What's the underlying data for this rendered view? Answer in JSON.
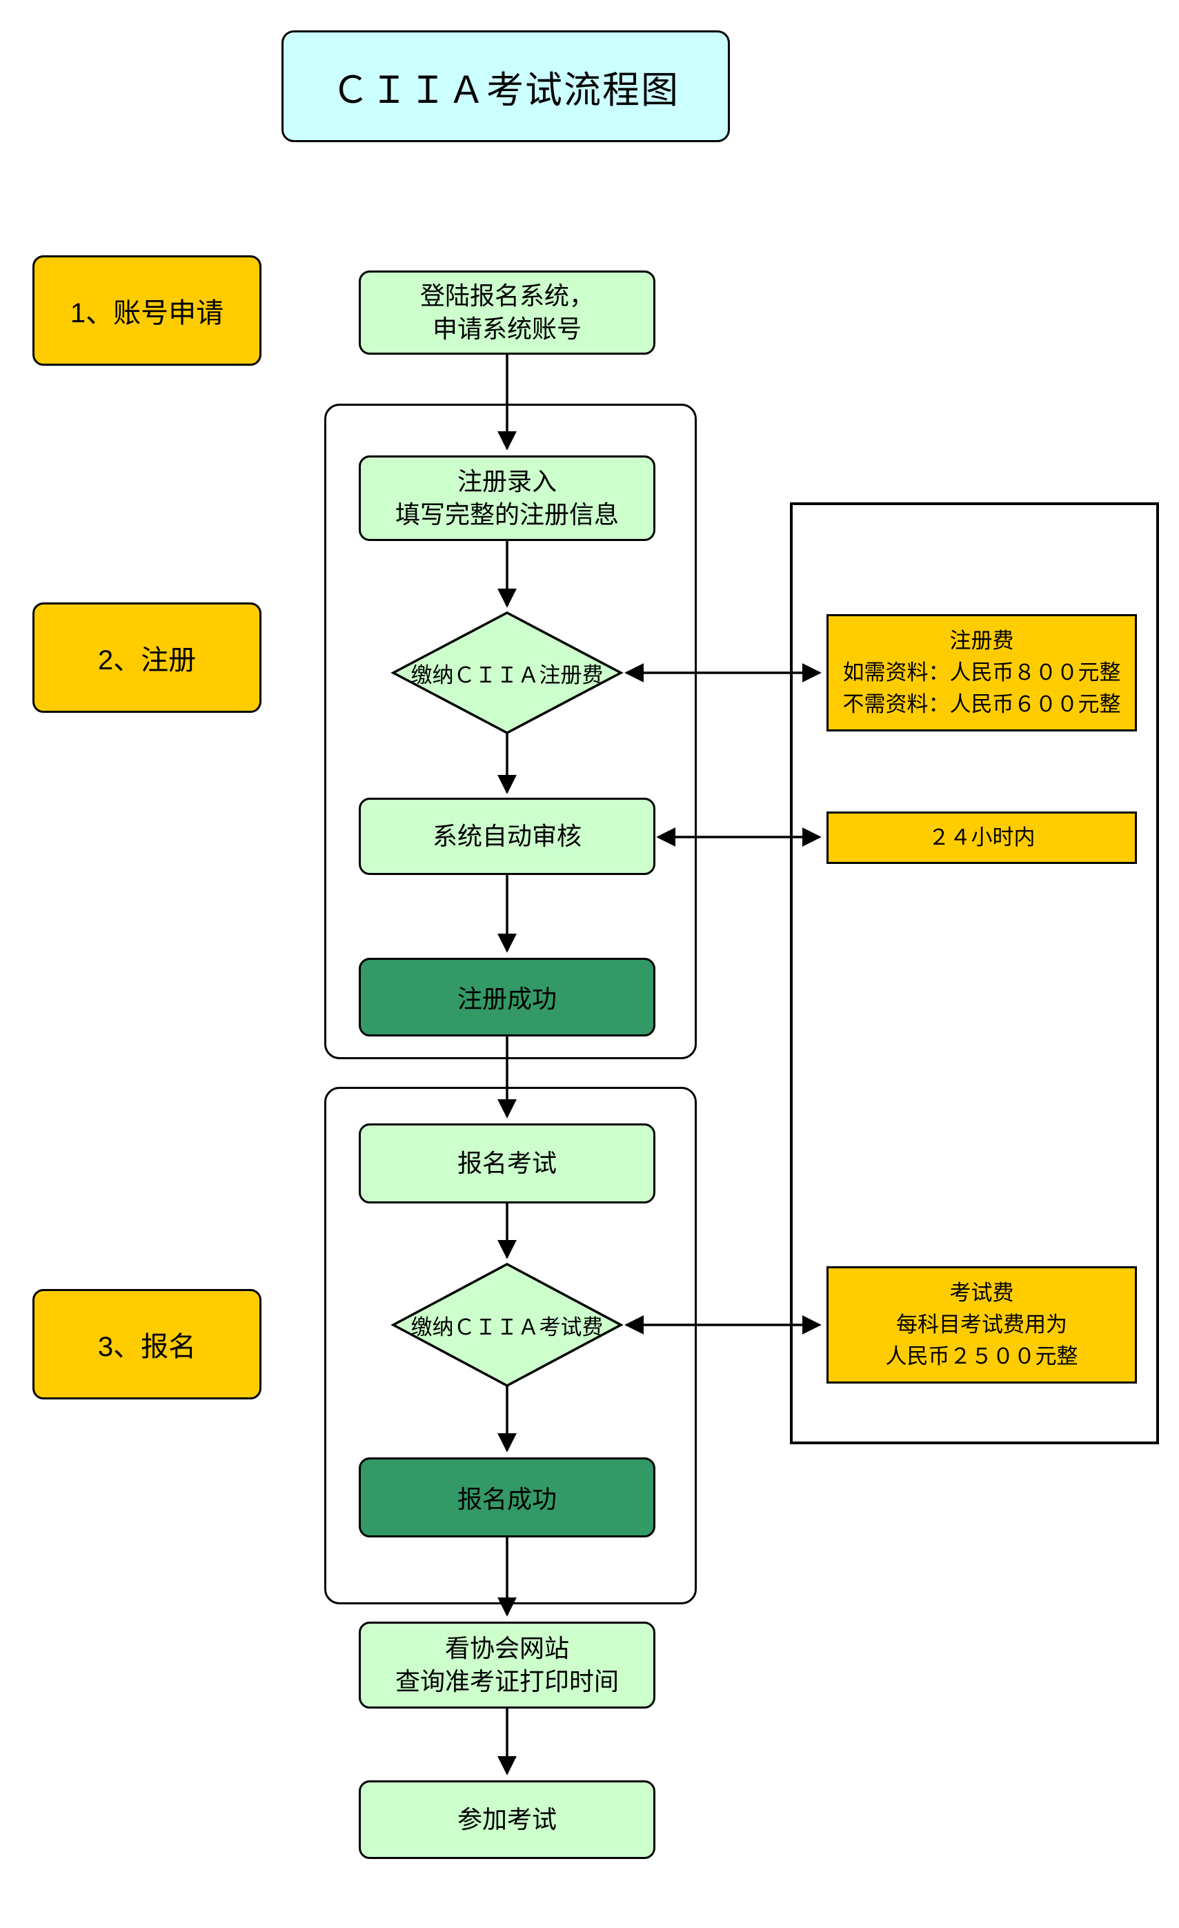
{
  "title": "ＣＩＩＡ考试流程图",
  "colors": {
    "title_fill": "#CCFFFF",
    "stage_fill": "#FFCC00",
    "process_fill": "#CCFFCC",
    "success_fill": "#339966",
    "note_fill": "#FFCC00",
    "line_color": "#000000"
  },
  "stages": [
    {
      "label": "1、账号申请"
    },
    {
      "label": "2、注册"
    },
    {
      "label": "3、报名"
    }
  ],
  "nodes": {
    "login": {
      "lines": [
        "登陆报名系统，",
        "申请系统账号"
      ]
    },
    "register_entry": {
      "lines": [
        "注册录入",
        "填写完整的注册信息"
      ]
    },
    "pay_register_fee": {
      "label": "缴纳ＣＩＩＡ注册费"
    },
    "auto_review": {
      "label": "系统自动审核"
    },
    "register_success": {
      "label": "注册成功"
    },
    "exam_signup": {
      "label": "报名考试"
    },
    "pay_exam_fee": {
      "label": "缴纳ＣＩＩＡ考试费"
    },
    "signup_success": {
      "label": "报名成功"
    },
    "check_website": {
      "lines": [
        "看协会网站",
        "查询准考证打印时间"
      ]
    },
    "take_exam": {
      "label": "参加考试"
    }
  },
  "notes": {
    "register_fee": {
      "lines": [
        "注册费",
        "如需资料：人民币８００元整",
        "不需资料：人民币６００元整"
      ]
    },
    "review_time": {
      "label": "２４小时内"
    },
    "exam_fee": {
      "lines": [
        "考试费",
        "每科目考试费用为",
        "人民币２５００元整"
      ]
    }
  }
}
